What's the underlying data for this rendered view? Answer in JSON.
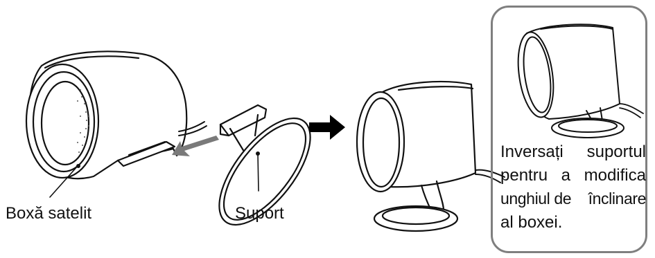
{
  "labels": {
    "satellite_speaker": "Boxă satelit",
    "stand": "Suport"
  },
  "note": {
    "line1_words": [
      "Inversați",
      "suportul"
    ],
    "line2_words": [
      "pentru",
      "a",
      "modifica"
    ],
    "line3_words": [
      "unghiul de",
      "înclinare"
    ],
    "line4": "al boxei."
  },
  "colors": {
    "outline": "#111111",
    "arrow_gray": "#7a7a7a",
    "arrow_black": "#000000",
    "box_border": "#7f7f7f"
  }
}
